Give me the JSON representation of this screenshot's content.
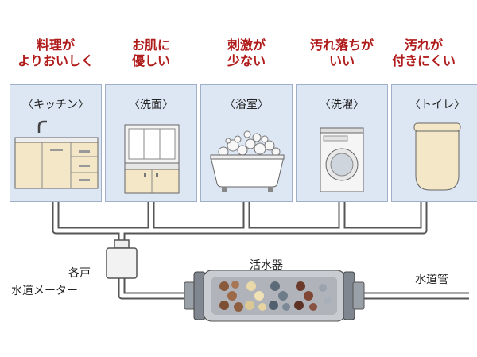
{
  "benefits": [
    {
      "line1": "料理が",
      "line2": "よりおいしく"
    },
    {
      "line1": "お肌に",
      "line2": "優しい"
    },
    {
      "line1": "刺激が",
      "line2": "少ない"
    },
    {
      "line1": "汚れ落ちが",
      "line2": "いい"
    },
    {
      "line1": "汚れが",
      "line2": "付きにくい"
    }
  ],
  "rooms": [
    {
      "label": "〈キッチン〉",
      "icon": "kitchen-sink-icon"
    },
    {
      "label": "〈洗面〉",
      "icon": "washstand-icon"
    },
    {
      "label": "〈浴室〉",
      "icon": "bathtub-icon"
    },
    {
      "label": "〈洗濯〉",
      "icon": "washing-machine-icon"
    },
    {
      "label": "〈トイレ〉",
      "icon": "toilet-icon"
    }
  ],
  "meter_label": {
    "line1": "各戸",
    "line2": "水道メーター"
  },
  "purifier_label": "活水器",
  "main_pipe_label": "水道管",
  "colors": {
    "benefit_text": "#b01b1b",
    "room_bg": "#dde6f3",
    "pipe_outline": "#555555"
  }
}
